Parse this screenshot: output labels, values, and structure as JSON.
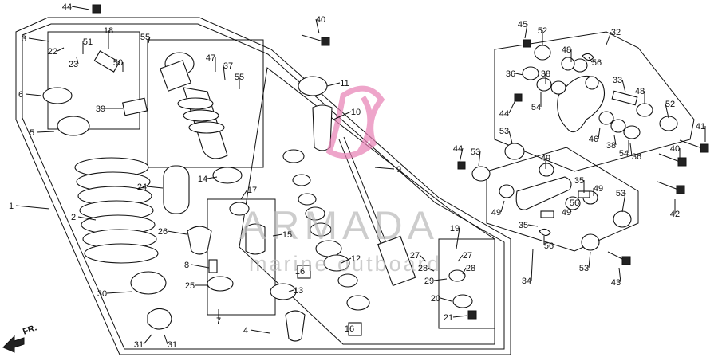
{
  "diagram": {
    "labels": [
      "1",
      "2",
      "3",
      "4",
      "5",
      "6",
      "7",
      "8",
      "9",
      "10",
      "11",
      "12",
      "13",
      "14",
      "15",
      "16",
      "16",
      "17",
      "18",
      "19",
      "20",
      "21",
      "22",
      "23",
      "24",
      "25",
      "26",
      "27",
      "27",
      "28",
      "28",
      "29",
      "30",
      "31",
      "31",
      "32",
      "33",
      "34",
      "35",
      "35",
      "36",
      "36",
      "37",
      "38",
      "38",
      "39",
      "40",
      "40",
      "41",
      "42",
      "43",
      "44",
      "44",
      "44",
      "45",
      "46",
      "47",
      "48",
      "48",
      "49",
      "49",
      "49",
      "49",
      "50",
      "51",
      "52",
      "52",
      "53",
      "53",
      "53",
      "53",
      "54",
      "54",
      "55",
      "55",
      "56",
      "56",
      "56"
    ],
    "direction_label": "FR.",
    "watermark": {
      "title": "ARMADA",
      "subtitle": "marine outboard"
    },
    "colors": {
      "ink": "#111111",
      "watermark_text": "#b9b9b9",
      "watermark_logo": "#e77fb4"
    }
  }
}
